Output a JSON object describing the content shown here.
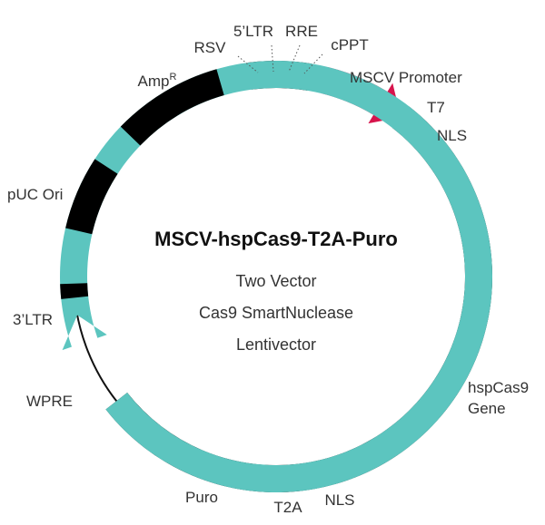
{
  "title": "MSCV-hspCas9-T2A-Puro",
  "subtitle": [
    "Two Vector",
    "Cas9 SmartNuclease",
    "Lentivector"
  ],
  "labels": {
    "rsv": "RSV",
    "ltr5": "5’LTR",
    "rre": "RRE",
    "cppt": "cPPT",
    "amp": "Amp",
    "amp_sup": "R",
    "msvc_promoter": "MSCV Promoter",
    "t7": "T7",
    "nls_top": "NLS",
    "puc_ori": "pUC Ori",
    "ltr3": "3’LTR",
    "wpre": "WPRE",
    "hspcas9_line1": "hspCas9",
    "hspcas9_line2": "Gene",
    "puro": "Puro",
    "t2a": "T2A",
    "nls_bottom": "NLS"
  },
  "colors": {
    "rsv": "#f7941d",
    "ltr5": "#1a1a1a",
    "rre": "#b3b3b3",
    "cppt": "#6d6d6d",
    "promoter": "#d7144c",
    "t7": "#9a9a9a",
    "nls": "#333333",
    "cas9": "#4da3d9",
    "t2a": "#d2d2d2",
    "puro": "#8c8c8c",
    "wpre": "#5cc5bf",
    "ltr3": "#1a1a1a",
    "puc": "#6dcdf2",
    "amp": "#3d5b6e"
  }
}
